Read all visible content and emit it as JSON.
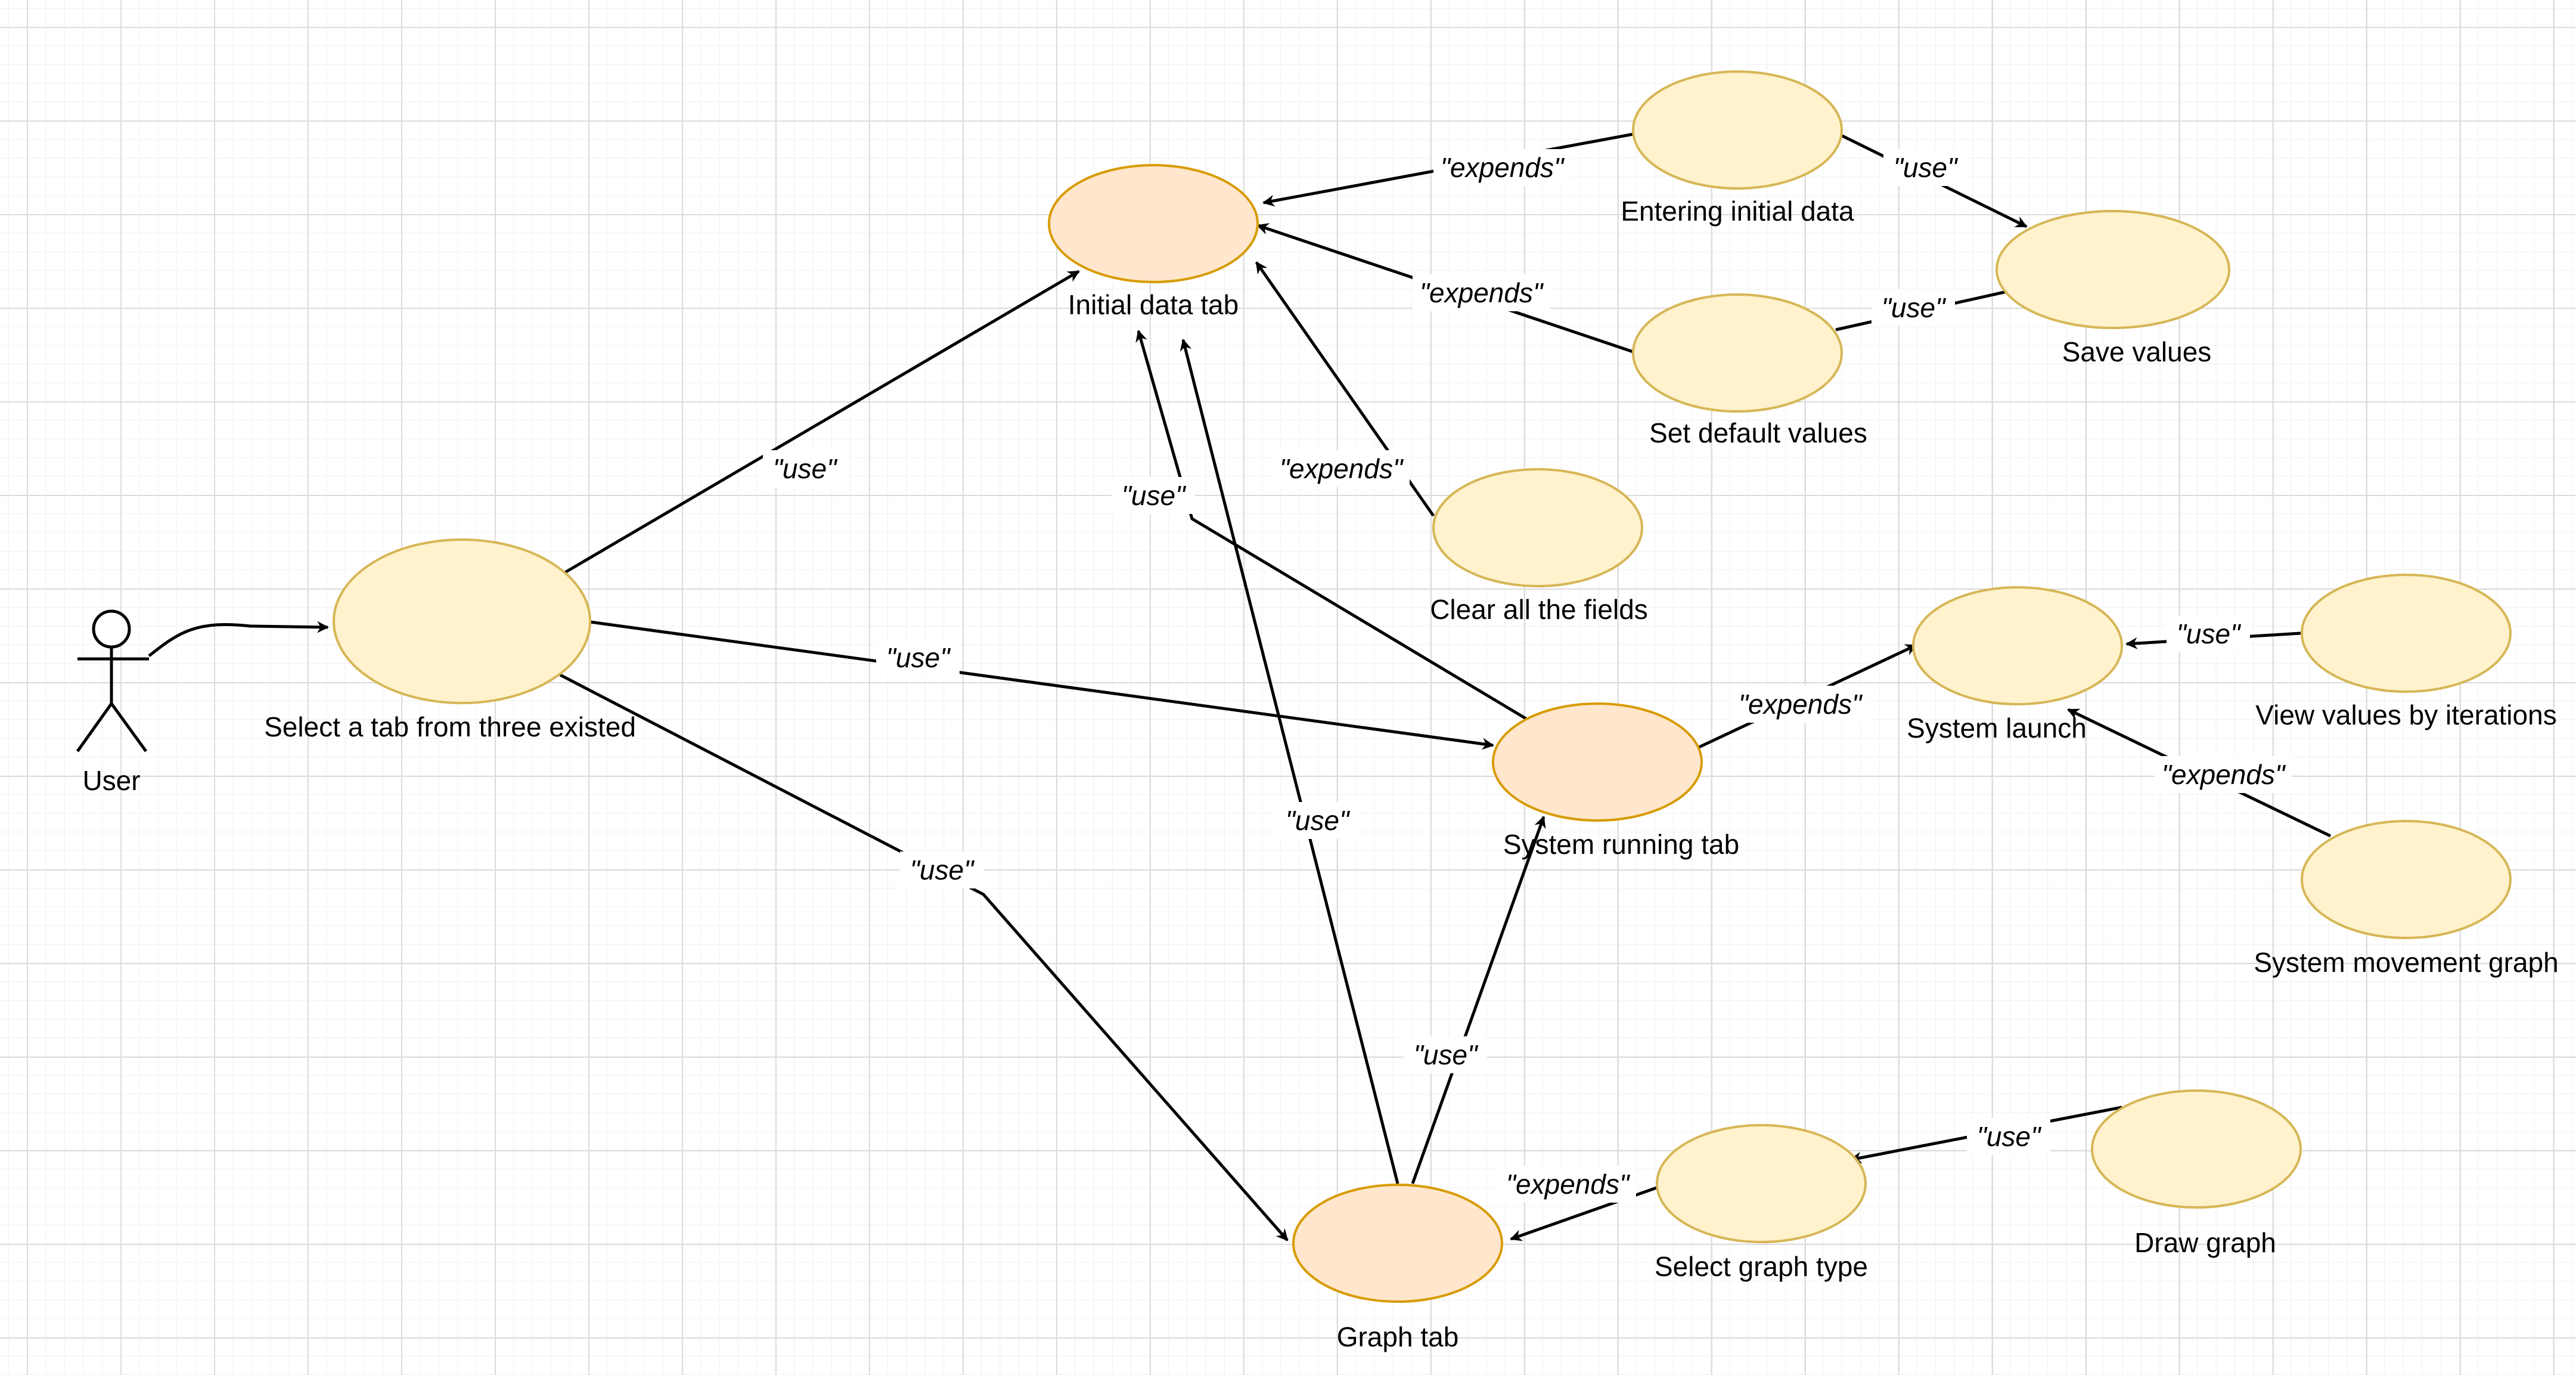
{
  "diagram": {
    "actor": {
      "label": "User"
    },
    "use_cases": {
      "select_tab": "Select a tab from three existed",
      "initial_data_tab": "Initial data tab",
      "system_running_tab": "System running tab",
      "graph_tab": "Graph tab",
      "entering_initial_data": "Entering initial data",
      "set_default_values": "Set default values",
      "save_values": "Save values",
      "clear_all_fields": "Clear all the fields",
      "system_launch": "System launch",
      "view_values_by_iterations": "View values by iterations",
      "system_movement_graph": "System movement graph",
      "select_graph_type": "Select graph type",
      "draw_graph": "Draw graph"
    },
    "relations": {
      "use": "\"use\"",
      "expends": "\"expends\""
    },
    "colors": {
      "main_fill": "#ffe6cc",
      "main_stroke": "#d79b00",
      "sub_fill": "#fff2cc",
      "sub_stroke": "#d6b656"
    }
  }
}
